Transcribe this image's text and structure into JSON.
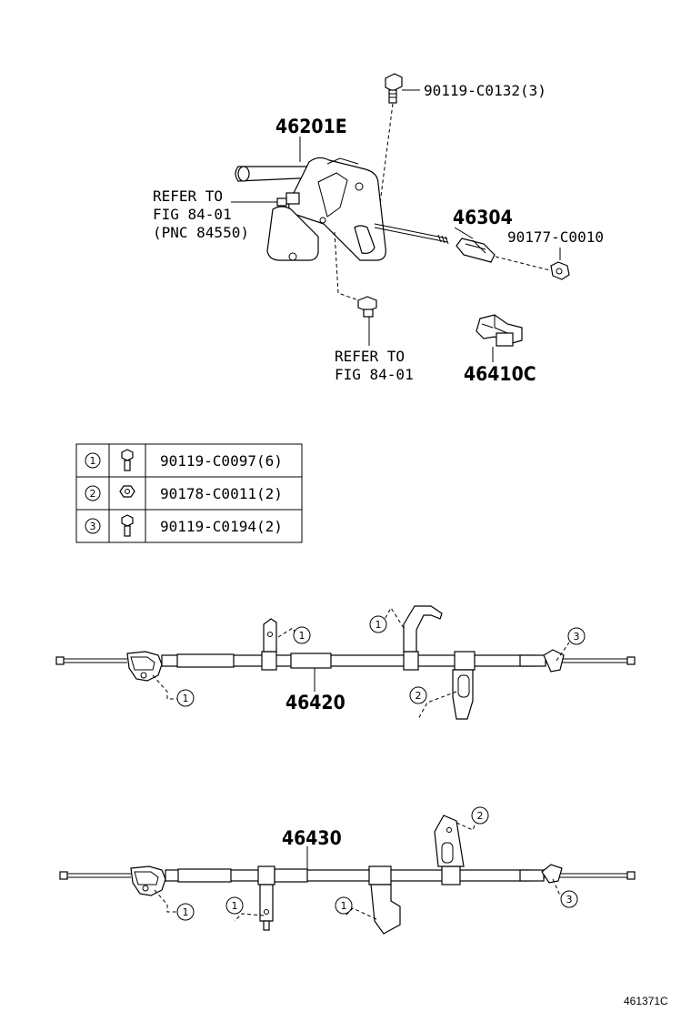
{
  "upper": {
    "bolt_top_label": "90119-C0132(3)",
    "lever_label": "46201E",
    "refer_left": [
      "REFER TO",
      "FIG 84-01",
      "(PNC 84550)"
    ],
    "rod_label": "46304",
    "nut_label": "90177-C0010",
    "refer_bottom": [
      "REFER TO",
      "FIG 84-01"
    ],
    "clip_label": "46410C"
  },
  "fastener_table": {
    "rows": [
      {
        "num": "1",
        "icon": "bolt-icon",
        "part": "90119-C0097(6)"
      },
      {
        "num": "2",
        "icon": "nut-icon",
        "part": "90178-C0011(2)"
      },
      {
        "num": "3",
        "icon": "bolt-icon",
        "part": "90119-C0194(2)"
      }
    ]
  },
  "cable_1": {
    "label": "46420",
    "callouts": [
      "1",
      "1",
      "1",
      "2",
      "3"
    ]
  },
  "cable_2": {
    "label": "46430",
    "callouts": [
      "1",
      "1",
      "1",
      "2",
      "3"
    ]
  },
  "figure_id": "461371C"
}
